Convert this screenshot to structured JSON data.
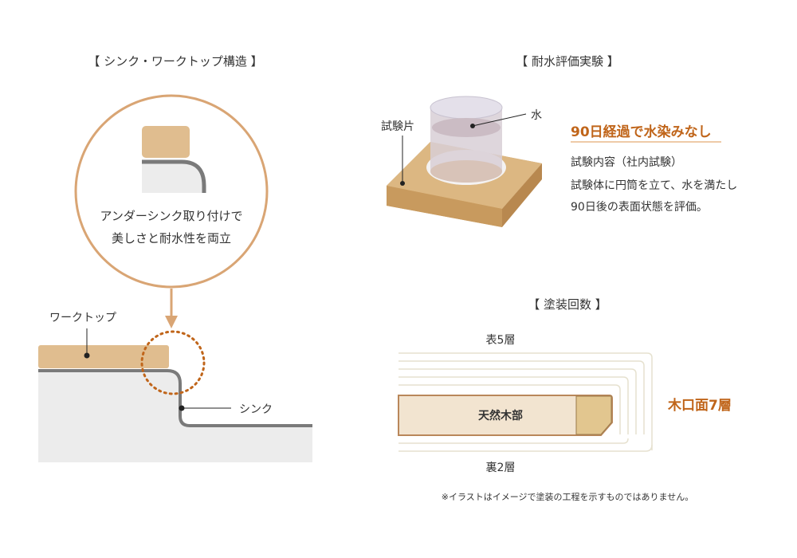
{
  "left": {
    "title": "【 シンク・ワークトップ構造 】",
    "callout_line1": "アンダーシンク取り付けで",
    "callout_line2": "美しさと耐水性を両立",
    "label_worktop": "ワークトップ",
    "label_sink": "シンク"
  },
  "water_test": {
    "title": "【 耐水評価実験 】",
    "label_specimen": "試験片",
    "label_water": "水",
    "headline": "90日経過で水染みなし",
    "subheading": "試験内容（社内試験）",
    "desc_line1": "試験体に円筒を立て、水を満たし",
    "desc_line2": "90日後の表面状態を評価。"
  },
  "coating": {
    "title": "【 塗装回数 】",
    "label_top": "表5層",
    "label_bottom": "裏2層",
    "label_core": "天然木部",
    "label_edge": "木口面7層",
    "note": "※イラストはイメージで塗装の工程を示すものではありません。"
  },
  "colors": {
    "accent": "#c0651a",
    "wood": "#e0bd8f",
    "sink": "#7a7a7a",
    "circle": "#d9a574"
  }
}
